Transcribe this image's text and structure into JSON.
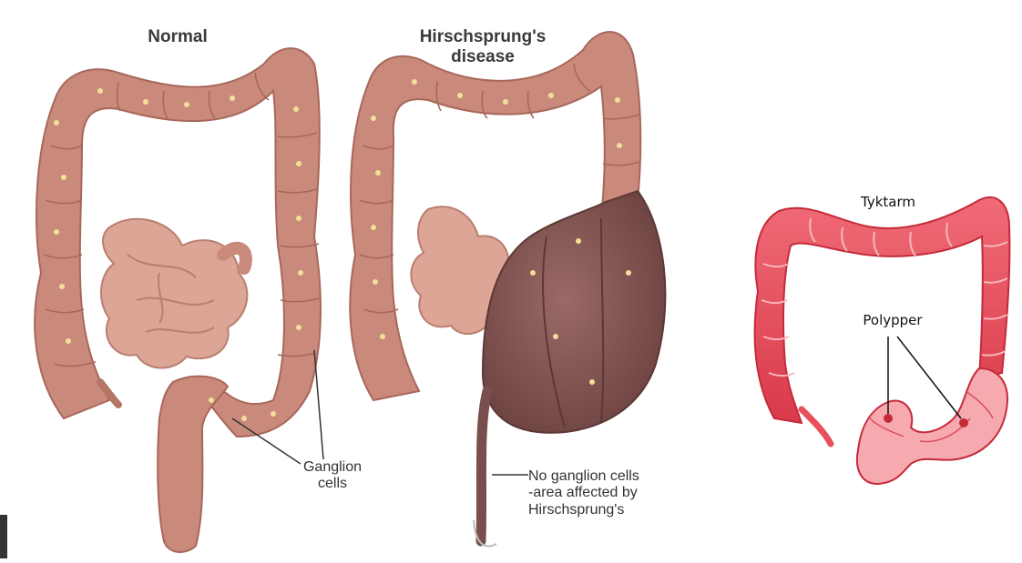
{
  "left_panel": {
    "normal_title": "Normal",
    "hirsch_title_line1": "Hirschsprung's",
    "hirsch_title_line2": "disease",
    "ganglion_line1": "Ganglion",
    "ganglion_line2": "cells",
    "no_ganglion_line1": "No ganglion cells",
    "no_ganglion_line2": "-area affected by",
    "no_ganglion_line3": "Hirschsprung's"
  },
  "right_panel": {
    "colon_label": "Tyktarm",
    "polyp_label": "Polypper"
  },
  "colors": {
    "normal_colon": "#c98a7c",
    "normal_colon_dark": "#a8675b",
    "small_intestine": "#dda596",
    "diseased_colon": "#8a5a58",
    "right_colon": "#e8505e",
    "right_colon_light": "#f5a3aa"
  }
}
